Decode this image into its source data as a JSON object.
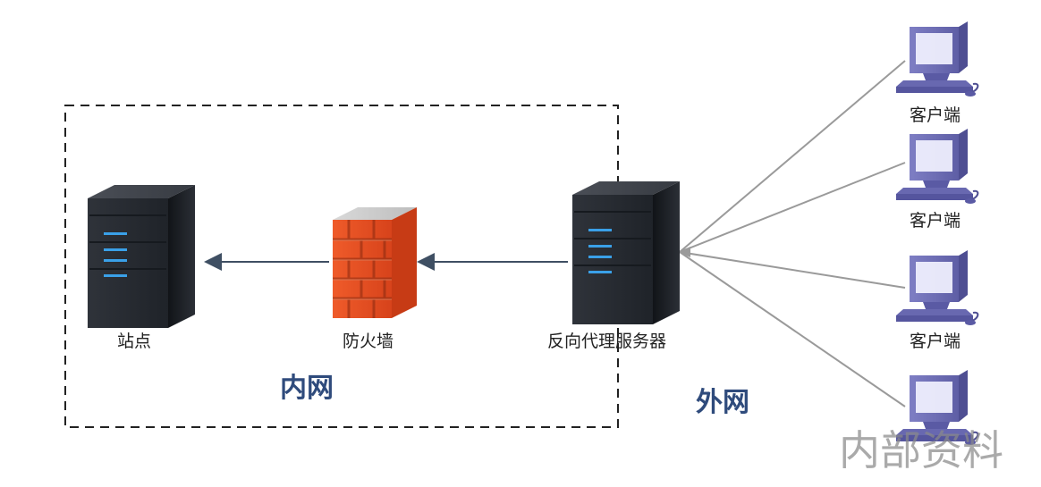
{
  "diagram": {
    "nodes": {
      "site": "站点",
      "firewall": "防火墙",
      "reverse_proxy": "反向代理服务器",
      "clients": [
        "客户端",
        "客户端",
        "客户端"
      ]
    },
    "zones": {
      "internal": "内网",
      "external": "外网"
    },
    "watermark": "内部资料"
  },
  "colors": {
    "arrow": "#3f4f63",
    "client_link": "#9a9a9a",
    "zone_label": "#2f4b7c",
    "server_body": "#2b2f36",
    "server_led": "#3aa0e8",
    "firewall_brick": "#e0471f",
    "monitor": "#6f6fb3"
  }
}
